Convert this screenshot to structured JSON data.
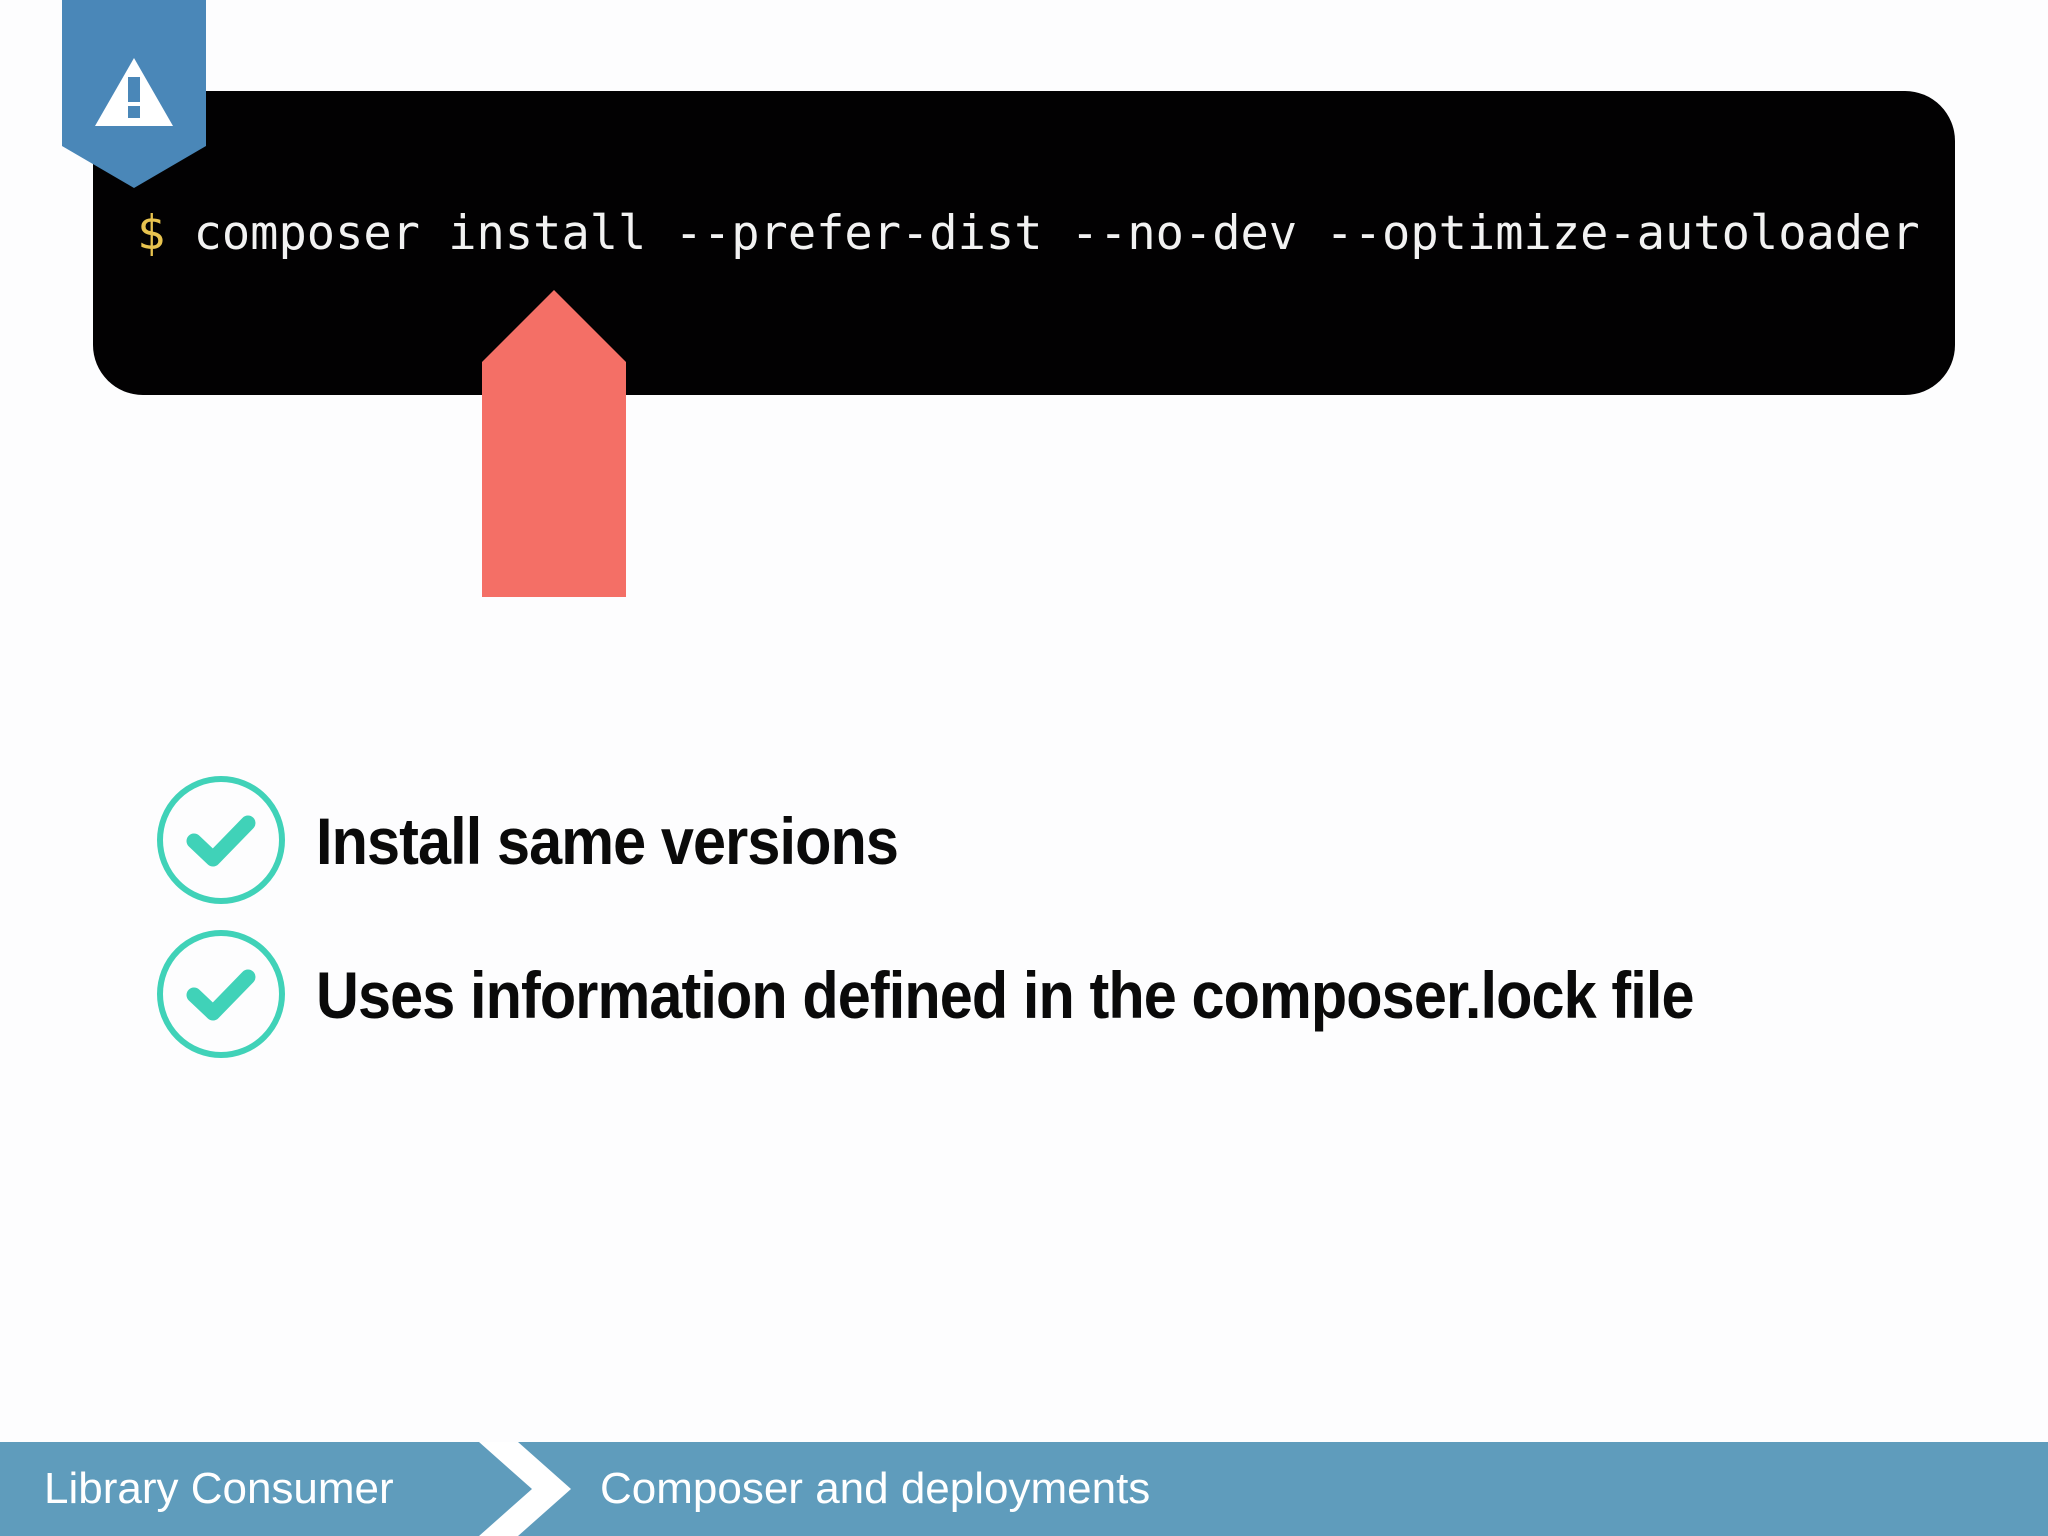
{
  "terminal": {
    "prompt": "$",
    "command": "composer install --prefer-dist --no-dev --optimize-autoloader"
  },
  "checklist": [
    {
      "text": "Install same versions",
      "icon": "check-circle-icon"
    },
    {
      "text": "Uses information defined in the composer.lock file",
      "icon": "check-circle-icon"
    }
  ],
  "footer": {
    "section": "Library Consumer",
    "topic": "Composer and deployments"
  },
  "colors": {
    "background": "#fdfdfe",
    "terminal_background": "#020102",
    "terminal_text": "#f2f2f2",
    "prompt": "#e8c34f",
    "warning_tag": "#4a87b8",
    "arrow": "#f46f66",
    "check": "#40d2b8",
    "footer": "#5f9cbc"
  },
  "icons": {
    "warning": "warning-icon",
    "arrow": "arrow-up-icon",
    "footer_separator": "chevron-right-icon"
  }
}
